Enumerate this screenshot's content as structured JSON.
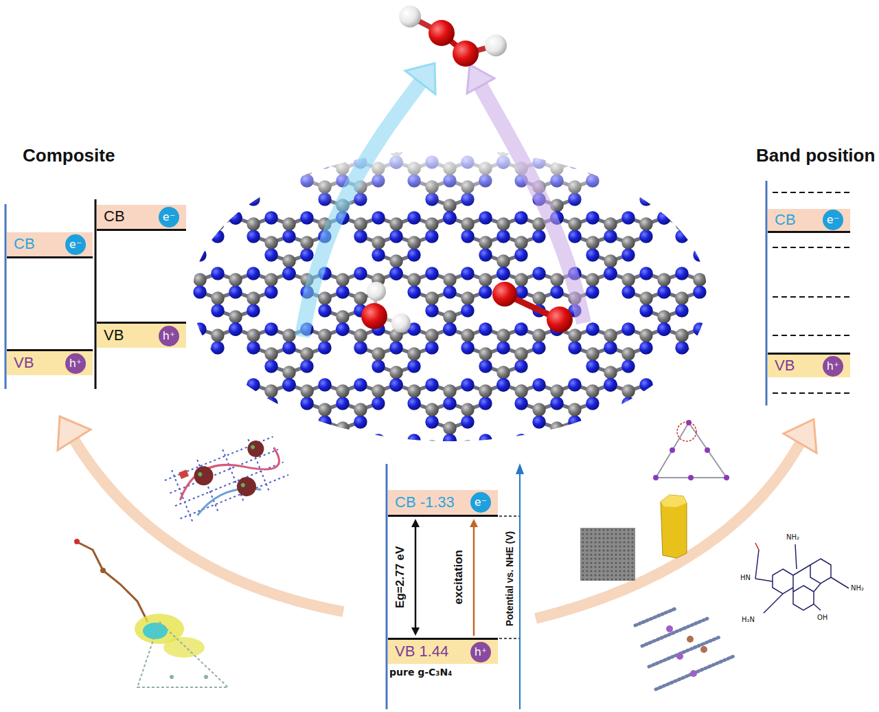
{
  "diagram": {
    "nodes": [
      {
        "text": [
          "CB",
          "e⁻"
        ]
      },
      {
        "text": [
          "VB",
          "h⁺"
        ]
      },
      {
        "text": [
          "CB",
          "e⁻"
        ]
      },
      {
        "text": [
          "VB",
          "h⁺"
        ]
      },
      {
        "text": [
          "CB",
          "e⁻"
        ]
      },
      {
        "text": [
          "VB",
          "h⁺"
        ]
      },
      {
        "text": [
          "CB -1.33",
          "e⁻"
        ]
      },
      {
        "text": [
          "VB 1.44",
          "h⁺"
        ]
      }
    ],
    "edges": [
      {
        "from": 7,
        "to": 6,
        "arrow": "both",
        "label": "Eg=2.77 eV"
      },
      {
        "from": 7,
        "to": 6,
        "arrow": "to",
        "label": "excitation"
      }
    ],
    "labels": [
      "Composite",
      "Band position",
      "Potential vs. NHE (V)",
      "pure g-C₃N₄",
      "NH₂",
      "HN",
      "NH₂",
      "H₂N",
      "OH"
    ]
  }
}
